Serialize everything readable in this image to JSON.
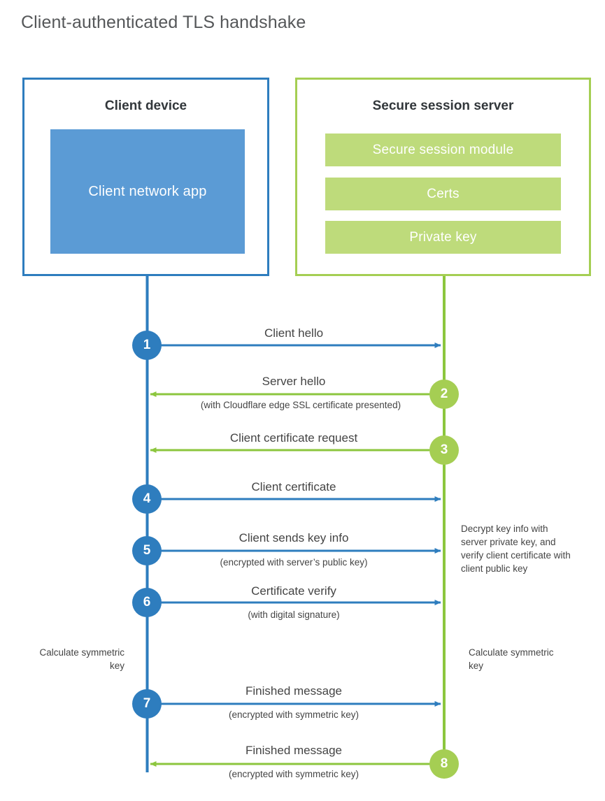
{
  "title": "Client-authenticated TLS handshake",
  "colors": {
    "client_accent": "#2E7DBE",
    "client_app_fill": "#5B9BD5",
    "server_accent": "#A5CE53",
    "server_module_fill": "#BEDB7B",
    "text": "#444444",
    "title_text": "#555759",
    "heading_text": "#32373B"
  },
  "client": {
    "title": "Client device",
    "app_label": "Client network app"
  },
  "server": {
    "title": "Secure session server",
    "modules": [
      {
        "label": "Secure session module"
      },
      {
        "label": "Certs"
      },
      {
        "label": "Private key"
      }
    ]
  },
  "steps": [
    {
      "number": "1",
      "origin": "client",
      "direction": "client-to-server",
      "primary": "Client hello",
      "secondary": ""
    },
    {
      "number": "2",
      "origin": "server",
      "direction": "server-to-client",
      "primary": "Server hello",
      "secondary": "(with Cloudflare edge SSL certificate presented)"
    },
    {
      "number": "3",
      "origin": "server",
      "direction": "server-to-client",
      "primary": "Client certificate request",
      "secondary": ""
    },
    {
      "number": "4",
      "origin": "client",
      "direction": "client-to-server",
      "primary": "Client certificate",
      "secondary": ""
    },
    {
      "number": "5",
      "origin": "client",
      "direction": "client-to-server",
      "primary": "Client sends key info",
      "secondary": "(encrypted with server’s public key)"
    },
    {
      "number": "6",
      "origin": "client",
      "direction": "client-to-server",
      "primary": "Certificate verify",
      "secondary": "(with digital signature)"
    },
    {
      "number": "7",
      "origin": "client",
      "direction": "client-to-server",
      "primary": "Finished message",
      "secondary": "(encrypted with symmetric key)"
    },
    {
      "number": "8",
      "origin": "server",
      "direction": "server-to-client",
      "primary": "Finished message",
      "secondary": "(encrypted with symmetric key)"
    }
  ],
  "annotations": {
    "server_decrypt_note": "Decrypt key info with server private key, and verify client certificate with client public key",
    "client_calc_note": "Calculate symmetric key",
    "server_calc_note": "Calculate symmetric key"
  }
}
